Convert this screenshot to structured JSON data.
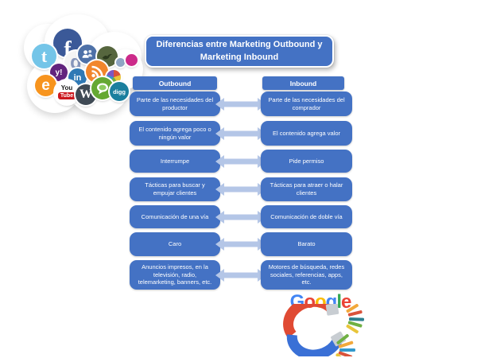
{
  "colors": {
    "box_blue": "#4472C4",
    "arrow_blue": "#B4C6E7",
    "text_white": "#FFFFFF",
    "magnet_red": "#E04A33",
    "magnet_blue": "#3A70D6"
  },
  "title": {
    "line1": "Diferencias entre Marketing Outbound  y",
    "line2": "Marketing   Inbound"
  },
  "columns": {
    "left_header": "Outbound",
    "right_header": "Inbound"
  },
  "rows": [
    {
      "left": "Parte de las necesidades del productor",
      "right": "Parte de  las necesidades del comprador"
    },
    {
      "left": "El contenido agrega poco o ningún valor",
      "right": "El contenido agrega valor"
    },
    {
      "left": "Interrumpe",
      "right": "Pide permiso"
    },
    {
      "left": "Tácticas  para buscar y empujar clientes",
      "right": "Tácticas  para atraer o halar clientes"
    },
    {
      "left": "Comunicación de una vía",
      "right": "Comunicación de doble vía"
    },
    {
      "left": "Caro",
      "right": "Barato"
    },
    {
      "left": "Anuncios  impresos, en la televisión,  radio, telemarketing, banners, etc.",
      "right": "Motores de búsqueda, redes sociales, referencias, apps, etc."
    }
  ],
  "social_icons": {
    "facebook": {
      "glyph": "f",
      "color": "#3B5998"
    },
    "twitter": {
      "glyph": "t",
      "color": "#74C5E8"
    },
    "google": {
      "glyph": "g",
      "color": "#F4F4F4",
      "glyph_color": "#8696BB"
    },
    "myspace": {
      "color": "#4E71A8"
    },
    "bird": {
      "color": "#56663E"
    },
    "dot_blue": {
      "color": "#8FA6C4"
    },
    "dot_magenta": {
      "color": "#CC2A8A"
    },
    "yahoo": {
      "glyph": "y!",
      "color": "#62247E"
    },
    "linkedin": {
      "glyph": "in",
      "color": "#2F79B5"
    },
    "rss": {
      "color": "#F1862C"
    },
    "picasa": {
      "colors": [
        "#D9533B",
        "#E8C53A",
        "#6FB043",
        "#3399CC",
        "#7E57C2"
      ]
    },
    "email": {
      "glyph": "e",
      "color": "#F7941E"
    },
    "youtube": {
      "line1": "You",
      "line2": "Tube",
      "color": "#FFFFFF",
      "accent": "#CC181E"
    },
    "wordpress": {
      "glyph": "W",
      "color": "#3F4A55"
    },
    "chat": {
      "color": "#65A832"
    },
    "digg": {
      "glyph": "digg",
      "color": "#1B7F9E"
    }
  },
  "google_logo": {
    "letters": [
      {
        "ch": "G",
        "color": "#4285F4"
      },
      {
        "ch": "o",
        "color": "#EA4335"
      },
      {
        "ch": "o",
        "color": "#FBBC05"
      },
      {
        "ch": "g",
        "color": "#4285F4"
      },
      {
        "ch": "l",
        "color": "#34A853"
      },
      {
        "ch": "e",
        "color": "#EA4335"
      }
    ]
  }
}
